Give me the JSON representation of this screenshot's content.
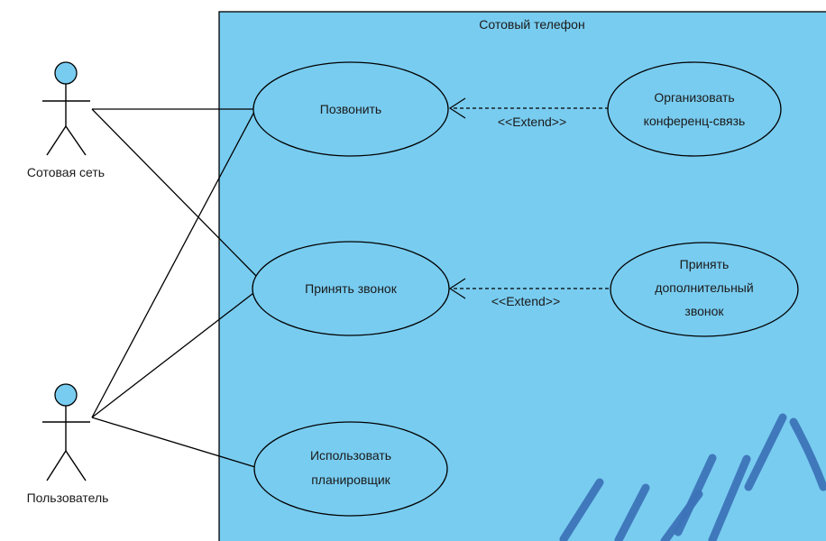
{
  "system": {
    "title": "Сотовый телефон",
    "fill": "#78ccf0"
  },
  "actors": [
    {
      "id": "cell-network",
      "label": "Сотовая сеть"
    },
    {
      "id": "user",
      "label": "Пользователь"
    }
  ],
  "use_cases": [
    {
      "id": "call",
      "lines": [
        "Позвонить"
      ]
    },
    {
      "id": "conference",
      "lines": [
        "Организовать",
        "конференц-связь"
      ]
    },
    {
      "id": "answer",
      "lines": [
        "Принять звонок"
      ]
    },
    {
      "id": "answer-extra",
      "lines": [
        "Принять",
        "дополнительный",
        "звонок"
      ]
    },
    {
      "id": "planner",
      "lines": [
        "Использовать",
        "планировщик"
      ]
    }
  ],
  "relations": [
    {
      "type": "association",
      "from": "cell-network",
      "to": "call"
    },
    {
      "type": "association",
      "from": "cell-network",
      "to": "answer"
    },
    {
      "type": "association",
      "from": "user",
      "to": "call"
    },
    {
      "type": "association",
      "from": "user",
      "to": "answer"
    },
    {
      "type": "association",
      "from": "user",
      "to": "planner"
    },
    {
      "type": "extend",
      "from": "conference",
      "to": "call",
      "label": "<<Extend>>"
    },
    {
      "type": "extend",
      "from": "answer-extra",
      "to": "answer",
      "label": "<<Extend>>"
    }
  ]
}
